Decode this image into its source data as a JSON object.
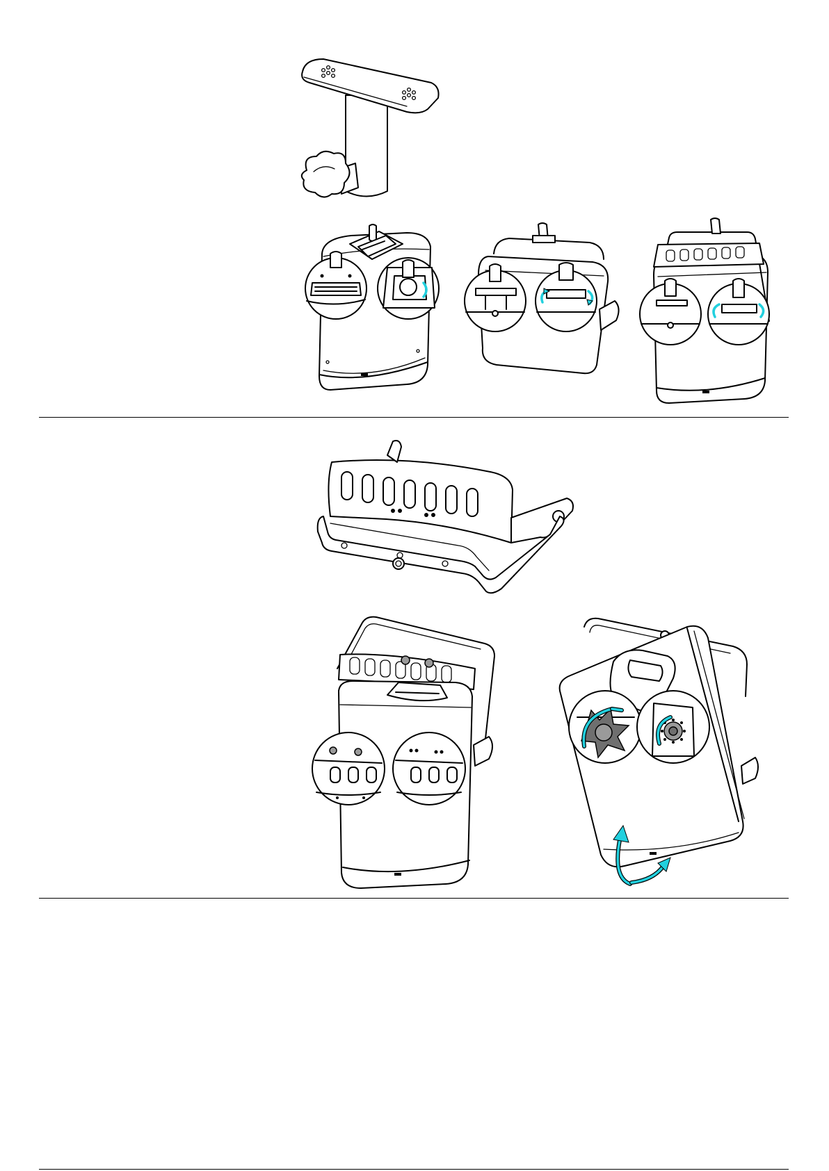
{
  "page": {
    "background": "#ffffff",
    "line_color": "#000000",
    "accent_arrow_color": "#22d0de",
    "dividers": 3
  },
  "illustrations": [
    {
      "id": "mount-bracket",
      "section": 1
    },
    {
      "id": "step-1-cabinet-top",
      "section": 1,
      "details": 2
    },
    {
      "id": "step-2-yoke-top",
      "section": 1,
      "details": 2,
      "arrows": 2
    },
    {
      "id": "step-3-yoke-mounted",
      "section": 1,
      "details": 2,
      "arrows": 2
    },
    {
      "id": "u-bracket",
      "section": 2
    },
    {
      "id": "step-4-bracket-attached",
      "section": 2,
      "details": 2
    },
    {
      "id": "step-5-tilt",
      "section": 2,
      "details": 2,
      "arrows": 3
    }
  ]
}
